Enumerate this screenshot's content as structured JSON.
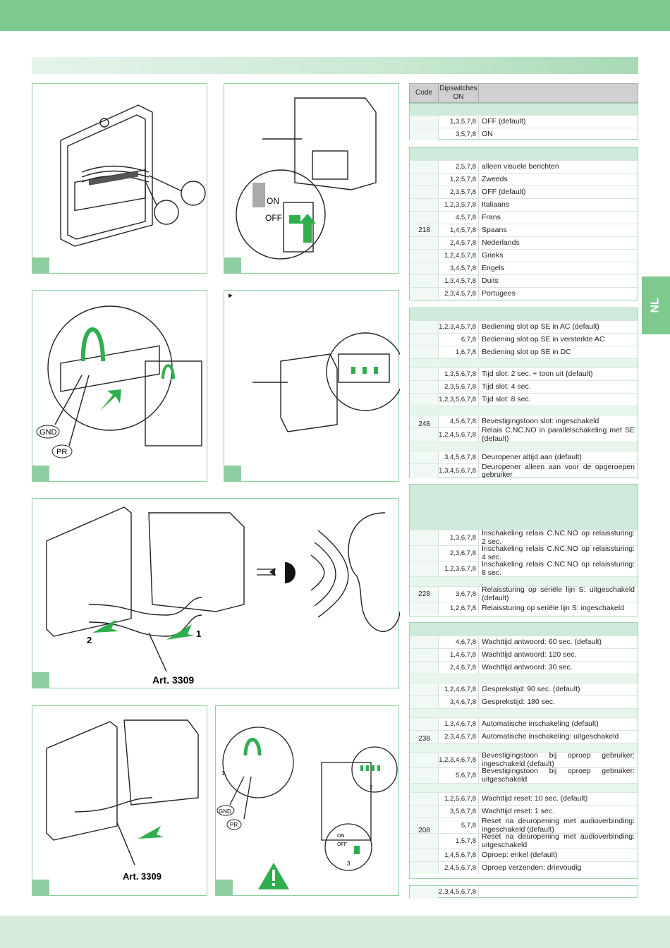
{
  "tab_label": "NL",
  "panel4_marker": "►",
  "labels": {
    "gnd": "GND",
    "pr": "PR",
    "on": "ON",
    "off": "OFF",
    "art": "Art. 3309",
    "n1": "1",
    "n2": "2",
    "n3": "3"
  },
  "table_header": {
    "code": "Code",
    "dip": "Dipswitches ON"
  },
  "block1": {
    "rows": [
      {
        "dip": "1,3,5,7,8",
        "text": "OFF (default)"
      },
      {
        "dip": "3,5,7,8",
        "text": "ON"
      }
    ]
  },
  "block2": {
    "code": "218",
    "rows": [
      {
        "dip": "2,5,7,8",
        "text": "alleen visuele berichten"
      },
      {
        "dip": "1,2,5,7,8",
        "text": "Zweeds"
      },
      {
        "dip": "2,3,5,7,8",
        "text": "OFF (default)"
      },
      {
        "dip": "1,2,3,5,7,8",
        "text": "Italiaans"
      },
      {
        "dip": "4,5,7,8",
        "text": "Frans"
      },
      {
        "dip": "1,4,5,7,8",
        "text": "Spaans"
      },
      {
        "dip": "2,4,5,7,8",
        "text": "Nederlands"
      },
      {
        "dip": "1,2,4,5,7,8",
        "text": "Grieks"
      },
      {
        "dip": "3,4,5,7,8",
        "text": "Engels"
      },
      {
        "dip": "1,3,4,5,7,8",
        "text": "Duits"
      },
      {
        "dip": "2,3,4,5,7,8",
        "text": "Portugees"
      }
    ]
  },
  "block3": {
    "code": "248",
    "g1": [
      {
        "dip": "1,2,3,4,5,7,8",
        "text": "Bediening slot op SE in AC (default)"
      },
      {
        "dip": "6,7,8",
        "text": "Bediening slot op SE in versterkte AC"
      },
      {
        "dip": "1,6,7,8",
        "text": "Bediening slot op SE in DC"
      }
    ],
    "g2": [
      {
        "dip": "1,3,5,6,7,8",
        "text": "Tijd slot: 2 sec. + toon uit (default)"
      },
      {
        "dip": "2,3,5,6,7,8",
        "text": "Tijd slot: 4 sec."
      },
      {
        "dip": "1,2,3,5,6,7,8",
        "text": "Tijd slot: 8 sec."
      }
    ],
    "g3": [
      {
        "dip": "4,5,6,7,8",
        "text": "Bevestigingstoon slot: ingeschakeld"
      },
      {
        "dip": "1,2,4,5,6,7,8",
        "text": "Relais C.NC.NO in parallelschakeling met SE (default)"
      }
    ],
    "g4": [
      {
        "dip": "3,4,5,6,7,8",
        "text": "Deuropener altijd aan (default)"
      },
      {
        "dip": "1,3,4,5,6,7,8",
        "text": "Deuropener alleen aan voor de opgeroepen gebruiker"
      }
    ]
  },
  "block4": {
    "code": "228",
    "g1": [
      {
        "dip": "1,3,6,7,8",
        "text": "Inschakeling relais C.NC.NO op relaissturing: 2 sec."
      },
      {
        "dip": "2,3,6,7,8",
        "text": "Inschakeling relais C.NC.NO op relaissturing: 4 sec."
      },
      {
        "dip": "1,2,3,6,7,8",
        "text": "Inschakeling relais C.NC.NO op relaissturing: 8 sec."
      }
    ],
    "g2": [
      {
        "dip": "3,6,7,8",
        "text": "Relaissturing op seriële lijn S: uitgeschakeld (default)"
      },
      {
        "dip": "1,2,6,7,8",
        "text": "Relaissturing op seriële lijn S: ingeschakeld"
      }
    ]
  },
  "block5": {
    "code1": "238",
    "code2": "208",
    "g1": [
      {
        "dip": "4,6,7,8",
        "text": "Wachttijd antwoord: 60 sec. (default)"
      },
      {
        "dip": "1,4,6,7,8",
        "text": "Wachttijd antwoord: 120 sec."
      },
      {
        "dip": "2,4,6,7,8",
        "text": "Wachttijd antwoord: 30 sec."
      }
    ],
    "g2": [
      {
        "dip": "1,2,4,6,7,8",
        "text": "Gesprekstijd: 90 sec. (default)"
      },
      {
        "dip": "3,4,6,7,8",
        "text": "Gesprekstijd: 180 sec."
      }
    ],
    "g3": [
      {
        "dip": "1,3,4,6,7,8",
        "text": "Automatische inschakeling (default)"
      },
      {
        "dip": "2,3,4,6,7,8",
        "text": "Automatische inschakeling: uitgeschakeld"
      }
    ],
    "g4": [
      {
        "dip": "1,2,3,4,6,7,8",
        "text": "Bevestigingstoon bij oproep gebruiker: ingeschakeld (default)"
      },
      {
        "dip": "5,6,7,8",
        "text": "Bevestigingstoon bij oproep gebruiker: uitgeschakeld"
      }
    ],
    "g5": [
      {
        "dip": "1,2,5,6,7,8",
        "text": "Wachttijd reset: 10 sec. (default)"
      },
      {
        "dip": "3,5,6,7,8",
        "text": "Wachttijd reset: 1 sec."
      },
      {
        "dip": "5,7,8",
        "text": "Reset na deuropening met audioverbinding: ingeschakeld (default)"
      },
      {
        "dip": "1,5,7,8",
        "text": "Reset na deuropening met audioverbinding: uitgeschakeld"
      },
      {
        "dip": "1,4,5,6,7,8",
        "text": "Oproep: enkel (default)"
      },
      {
        "dip": "2,4,5,6,7,8",
        "text": "Oproep verzenden: drievoudig"
      }
    ]
  },
  "block6": {
    "dip": "2,3,4,5,6,7,8"
  },
  "colors": {
    "accent": "#7dca8f",
    "panel_border": "#8fcf9f",
    "table_head": "#d0d0d0",
    "warning": "#2fae4d"
  }
}
